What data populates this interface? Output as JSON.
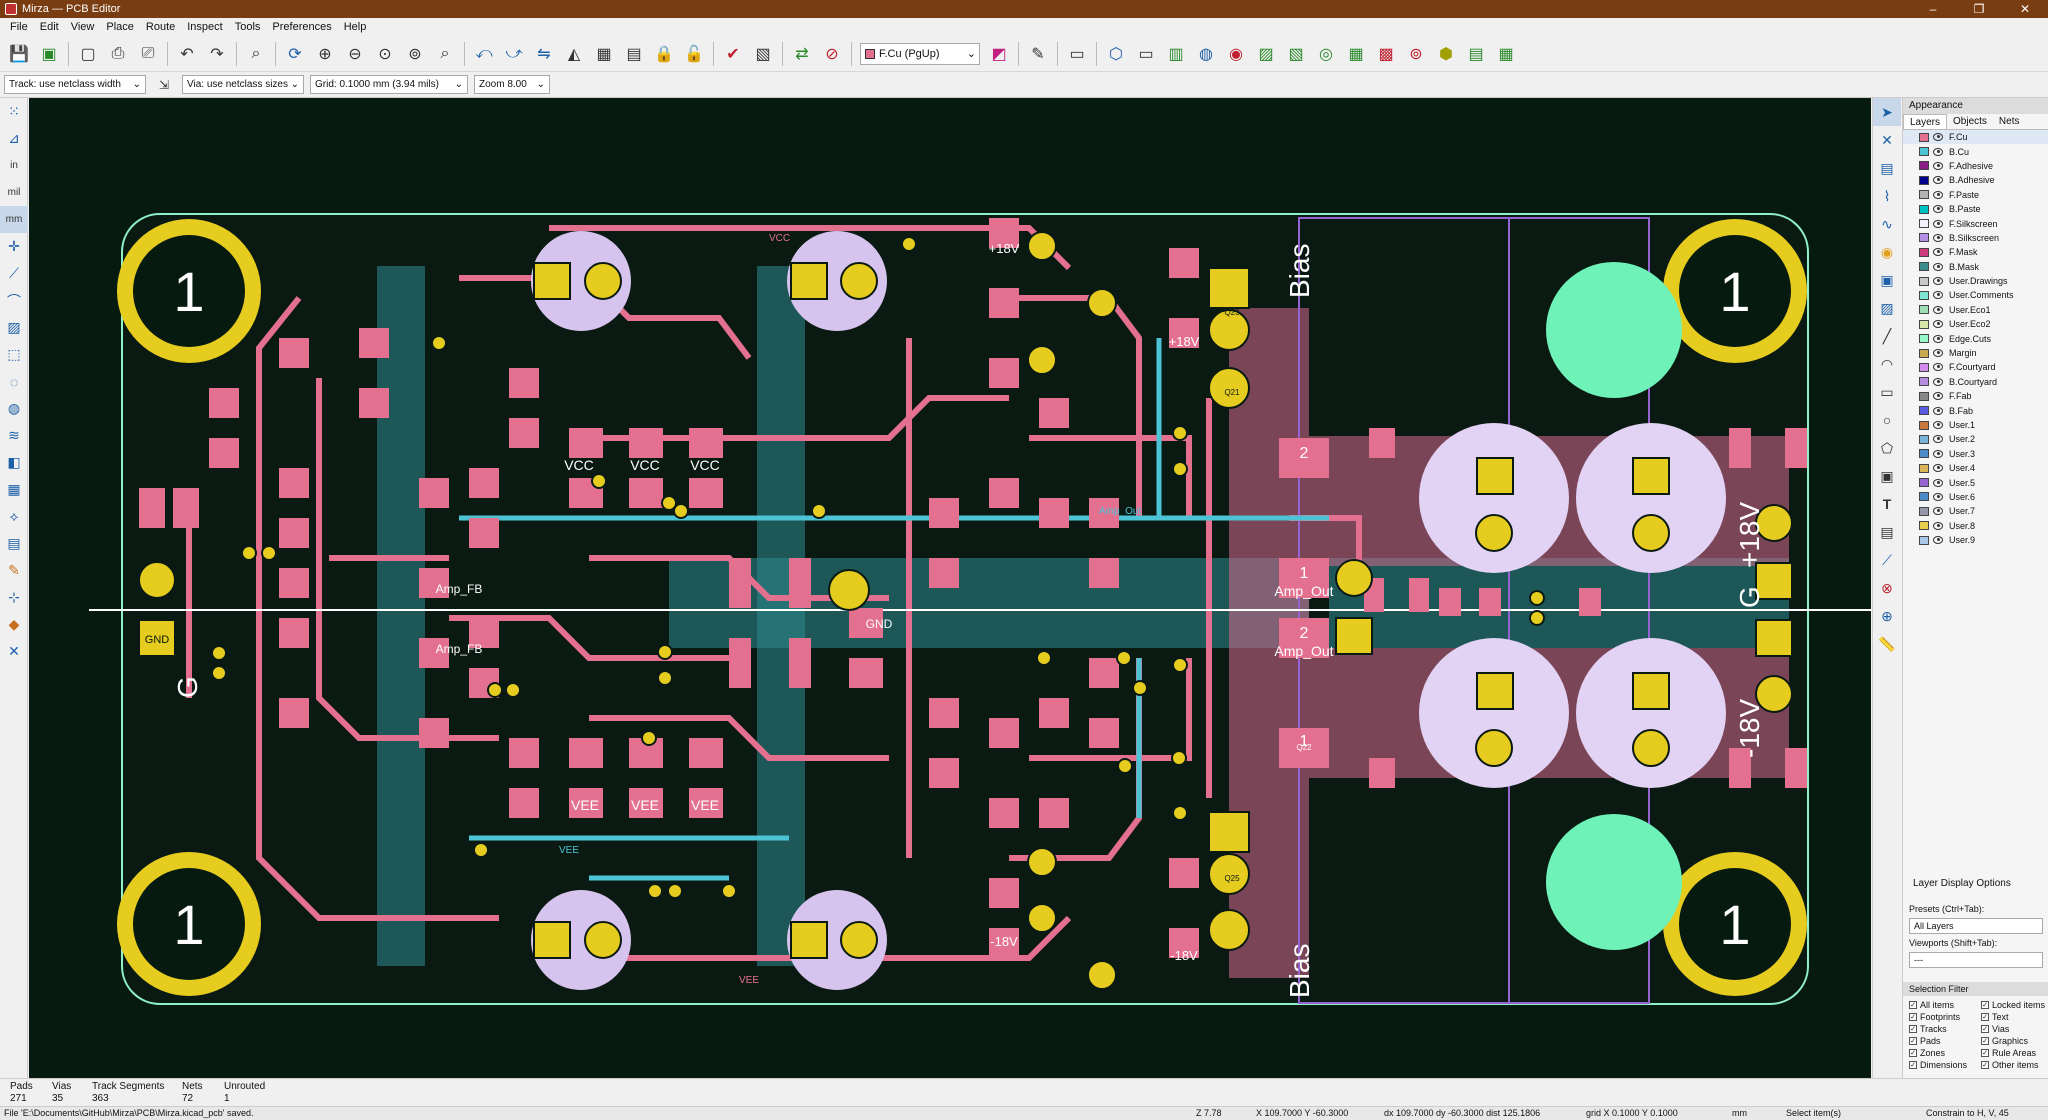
{
  "window": {
    "title": "Mirza — PCB Editor",
    "minimize": "–",
    "maximize": "❐",
    "close": "✕"
  },
  "menu": [
    "File",
    "Edit",
    "View",
    "Place",
    "Route",
    "Inspect",
    "Tools",
    "Preferences",
    "Help"
  ],
  "toolbar": {
    "layer_select": "F.Cu (PgUp)"
  },
  "subtoolbar": {
    "track_width": "Track: use netclass width",
    "via_size": "Via: use netclass sizes",
    "grid": "Grid: 0.1000 mm (3.94 mils)",
    "zoom": "Zoom 8.00"
  },
  "left_toolbar": {
    "units": [
      "in",
      "mil",
      "mm"
    ]
  },
  "board": {
    "mounting_hole_labels": [
      "1",
      "1",
      "1",
      "1"
    ],
    "silk_text": [
      "Bias",
      "Bias",
      "+18V",
      "G",
      "-18V",
      "G",
      "VCC",
      "VEE",
      "VCC",
      "VEE"
    ],
    "pad_labels": [
      "1",
      "2",
      "GND",
      "VCC",
      "VEE",
      "Amp_Out",
      "Amp_FB",
      "+18V",
      "-18V",
      "Q23",
      "Q21",
      "Q25",
      "Q22"
    ],
    "net_labels": [
      "Amp_Out",
      "Amp_Out",
      "VCC",
      "VEE"
    ]
  },
  "appearance": {
    "title": "Appearance",
    "tabs": [
      "Layers",
      "Objects",
      "Nets"
    ],
    "layers": [
      {
        "name": "F.Cu",
        "color": "#e4708f"
      },
      {
        "name": "B.Cu",
        "color": "#4dc4d6"
      },
      {
        "name": "F.Adhesive",
        "color": "#8a1c8a"
      },
      {
        "name": "B.Adhesive",
        "color": "#00008a"
      },
      {
        "name": "F.Paste",
        "color": "#b4b4b4"
      },
      {
        "name": "B.Paste",
        "color": "#00c2c2"
      },
      {
        "name": "F.Silkscreen",
        "color": "#f2f2ff"
      },
      {
        "name": "B.Silkscreen",
        "color": "#b48fe8"
      },
      {
        "name": "F.Mask",
        "color": "#cc3c7a"
      },
      {
        "name": "B.Mask",
        "color": "#3c8c8c"
      },
      {
        "name": "User.Drawings",
        "color": "#c8c8c8"
      },
      {
        "name": "User.Comments",
        "color": "#7fe5d2"
      },
      {
        "name": "User.Eco1",
        "color": "#9edeb4"
      },
      {
        "name": "User.Eco2",
        "color": "#d8e5a8"
      },
      {
        "name": "Edge.Cuts",
        "color": "#97f7c8"
      },
      {
        "name": "Margin",
        "color": "#c8a850"
      },
      {
        "name": "F.Courtyard",
        "color": "#d28cf0"
      },
      {
        "name": "B.Courtyard",
        "color": "#b48ce0"
      },
      {
        "name": "F.Fab",
        "color": "#888888"
      },
      {
        "name": "B.Fab",
        "color": "#5a5ae0"
      },
      {
        "name": "User.1",
        "color": "#c8783c"
      },
      {
        "name": "User.2",
        "color": "#7ab4d8"
      },
      {
        "name": "User.3",
        "color": "#4b8cc8"
      },
      {
        "name": "User.4",
        "color": "#d8b45a"
      },
      {
        "name": "User.5",
        "color": "#9664d2"
      },
      {
        "name": "User.6",
        "color": "#4b8cc8"
      },
      {
        "name": "User.7",
        "color": "#9696aa"
      },
      {
        "name": "User.8",
        "color": "#e8cc4b"
      },
      {
        "name": "User.9",
        "color": "#aac8e8"
      }
    ],
    "layer_display_options": "Layer Display Options",
    "presets_label": "Presets (Ctrl+Tab):",
    "presets_value": "All Layers",
    "viewports_label": "Viewports (Shift+Tab):",
    "viewports_value": "---"
  },
  "selection_filter": {
    "title": "Selection Filter",
    "left": [
      "All items",
      "Footprints",
      "Tracks",
      "Pads",
      "Zones",
      "Dimensions"
    ],
    "right": [
      "Locked items",
      "Text",
      "Vias",
      "Graphics",
      "Rule Areas",
      "Other items"
    ]
  },
  "message_panel": [
    {
      "label": "Pads",
      "value": "271"
    },
    {
      "label": "Vias",
      "value": "35"
    },
    {
      "label": "Track Segments",
      "value": "363"
    },
    {
      "label": "Nets",
      "value": "72"
    },
    {
      "label": "Unrouted",
      "value": "1"
    }
  ],
  "status": {
    "file": "File 'E:\\Documents\\GitHub\\Mirza\\PCB\\Mirza.kicad_pcb' saved.",
    "zoom": "Z 7.78",
    "pos": "X 109.7000  Y -60.3000",
    "delta": "dx 109.7000  dy -60.3000  dist 125.1806",
    "grid": "grid X 0.1000  Y 0.1000",
    "units": "mm",
    "mode": "Select item(s)",
    "constraint": "Constrain to H, V, 45"
  }
}
